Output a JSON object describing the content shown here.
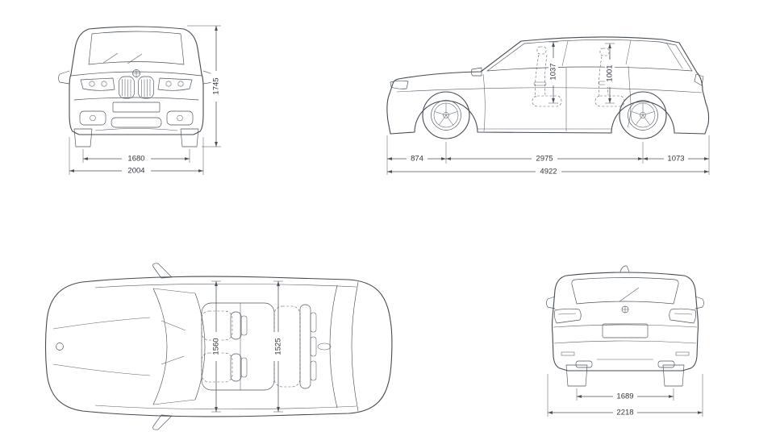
{
  "colors": {
    "line": "#454b53",
    "dimension_line": "#49505a",
    "label_text": "#30363c",
    "background": "#ffffff"
  },
  "views": {
    "front": {
      "dims": {
        "height": "1745",
        "track_width": "1680",
        "overall_width": "2004"
      }
    },
    "side": {
      "dims": {
        "front_headroom": "1037",
        "rear_headroom": "1001",
        "front_overhang": "874",
        "wheelbase": "2975",
        "rear_overhang": "1073",
        "overall_length": "4922"
      }
    },
    "top": {
      "dims": {
        "front_interior_width": "1560",
        "rear_interior_width": "1525"
      }
    },
    "rear": {
      "dims": {
        "track_width": "1689",
        "width_incl_mirrors": "2218"
      }
    }
  }
}
